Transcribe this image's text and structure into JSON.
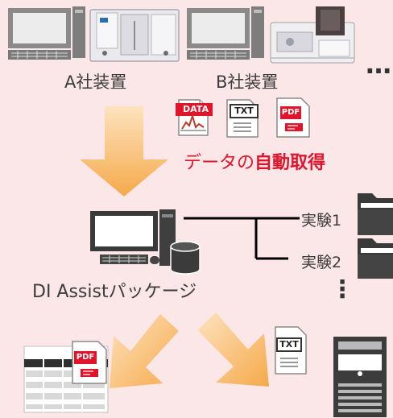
{
  "labels": {
    "vendor_a": "A社装置",
    "vendor_b": "B社装置",
    "more_vendors": "…",
    "auto_fetch_prefix": "データの",
    "auto_fetch_emphasis": "自動取得",
    "package_name": "DI Assistパッケージ",
    "experiment_1": "実験1",
    "experiment_2": "実験2",
    "more_experiments": "⋮"
  },
  "file_badges": {
    "data": "DATA",
    "txt": "TXT",
    "pdf": "PDF"
  },
  "colors": {
    "background": "#fbe7e7",
    "accent_red": "#e0152b",
    "arrow_orange": "#f7b75e",
    "folder_dark": "#3a3a3a",
    "monitor_gray": "#8a8a8a"
  }
}
